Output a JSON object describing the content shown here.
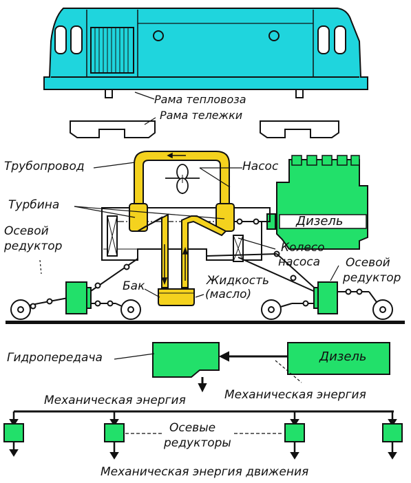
{
  "labels": {
    "loco_frame": "Рама тепловоза",
    "bogie_frame": "Рама тележки",
    "pipeline": "Трубопровод",
    "pump": "Насос",
    "turbine": "Турбина",
    "diesel": "Дизель",
    "axle_gearbox_left_1": "Осевой",
    "axle_gearbox_left_2": "редуктор",
    "pump_wheel_1": "Колесо",
    "pump_wheel_2": "насоса",
    "axle_gearbox_right_1": "Осевой",
    "axle_gearbox_right_2": "редуктор",
    "tank": "Бак",
    "fluid_1": "Жидкость",
    "fluid_2": "(масло)"
  },
  "block_diagram": {
    "hydro_transmission": "Гидропередача",
    "diesel": "Дизель",
    "mech_energy_left": "Механическая энергия",
    "mech_energy_right": "Механическая энергия",
    "axle_gearboxes_1": "Осевые",
    "axle_gearboxes_2": "редукторы",
    "motion_energy": "Механическая энергия движения"
  },
  "colors": {
    "green": "#22e06a",
    "cyan": "#1fd5dd",
    "yellow": "#f4d21e",
    "stroke": "#111111"
  }
}
